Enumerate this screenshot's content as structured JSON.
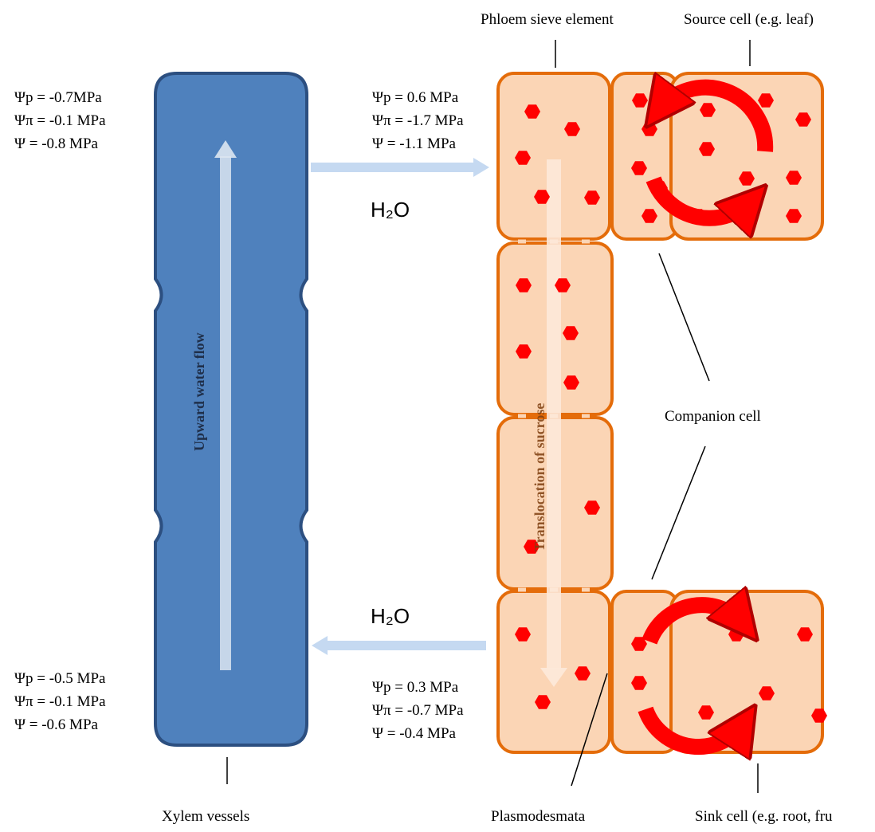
{
  "labels": {
    "phloem_sieve_element": "Phloem sieve element",
    "source_cell": "Source cell (e.g. leaf)",
    "companion_cell": "Companion cell",
    "xylem_vessels": "Xylem vessels",
    "plasmodesmata": "Plasmodesmata",
    "sink_cell": "Sink cell (e.g. root, fru",
    "upward_water_flow": "Upward water flow",
    "translocation": "Translocation of sucrose",
    "h2o_top": "H₂O",
    "h2o_bottom": "H₂O"
  },
  "potentials": {
    "xylem_top": [
      "Ψp = -0.7MPa",
      "Ψπ = -0.1 MPa",
      "Ψ = -0.8 MPa"
    ],
    "xylem_bottom": [
      "Ψp = -0.5 MPa",
      "Ψπ = -0.1 MPa",
      "Ψ = -0.6 MPa"
    ],
    "phloem_top": [
      "Ψp = 0.6 MPa",
      "Ψπ = -1.7 MPa",
      "Ψ = -1.1 MPa"
    ],
    "phloem_bottom": [
      "Ψp = 0.3 MPa",
      "Ψπ = -0.7 MPa",
      "Ψ = -0.4 MPa"
    ]
  },
  "colors": {
    "xylem_fill": "#4f81bd",
    "xylem_stroke": "#2c4f80",
    "cell_fill": "#fbd5b5",
    "cell_stroke": "#e46c0a",
    "sucrose": "#ff0000",
    "water_arrow": "#c5d9f1",
    "cycle_arrow": "#ff0000"
  }
}
